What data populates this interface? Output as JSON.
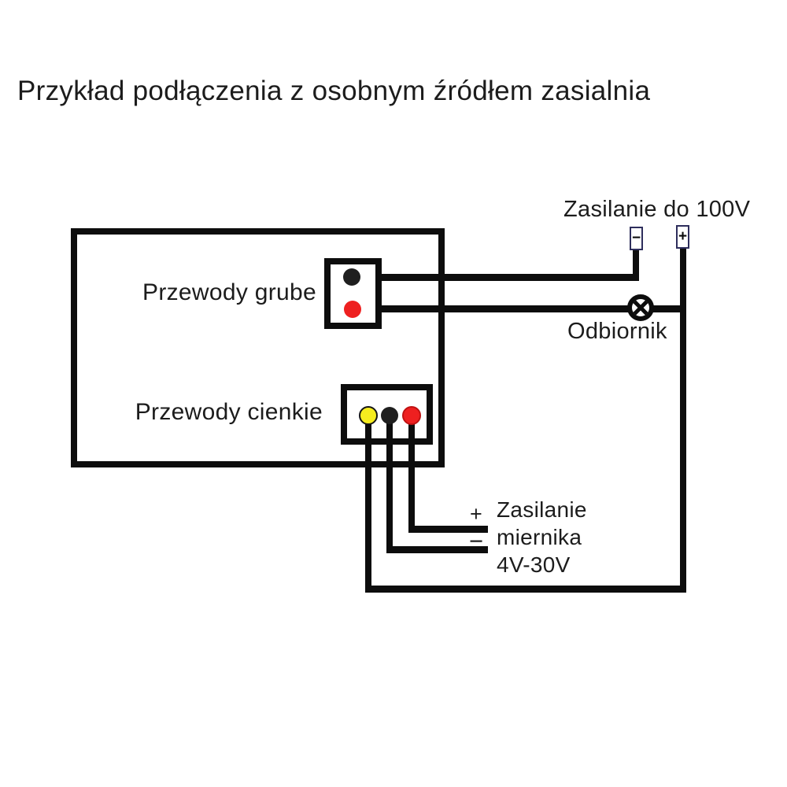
{
  "title": "Przykład podłączenia z osobnym źródłem zasialnia",
  "device": {
    "thick_wires_label": "Przewody grube",
    "thin_wires_label": "Przewody cienkie"
  },
  "power_supply": {
    "label": "Zasilanie do 100V",
    "minus_terminal": "−",
    "plus_terminal": "+"
  },
  "load": {
    "label": "Odbiornik"
  },
  "meter_supply": {
    "plus_sign": "+",
    "minus_sign": "−",
    "line1": "Zasilanie",
    "line2": "miernika",
    "line3": "4V-30V"
  },
  "colors": {
    "wire": "#0d0d0d",
    "text": "#1c1c1c",
    "red_dot": "#ee2020",
    "yellow_dot": "#f6ed1f",
    "black_dot": "#1f1f1f",
    "terminal_border": "#2e2e5c",
    "background": "#ffffff"
  }
}
